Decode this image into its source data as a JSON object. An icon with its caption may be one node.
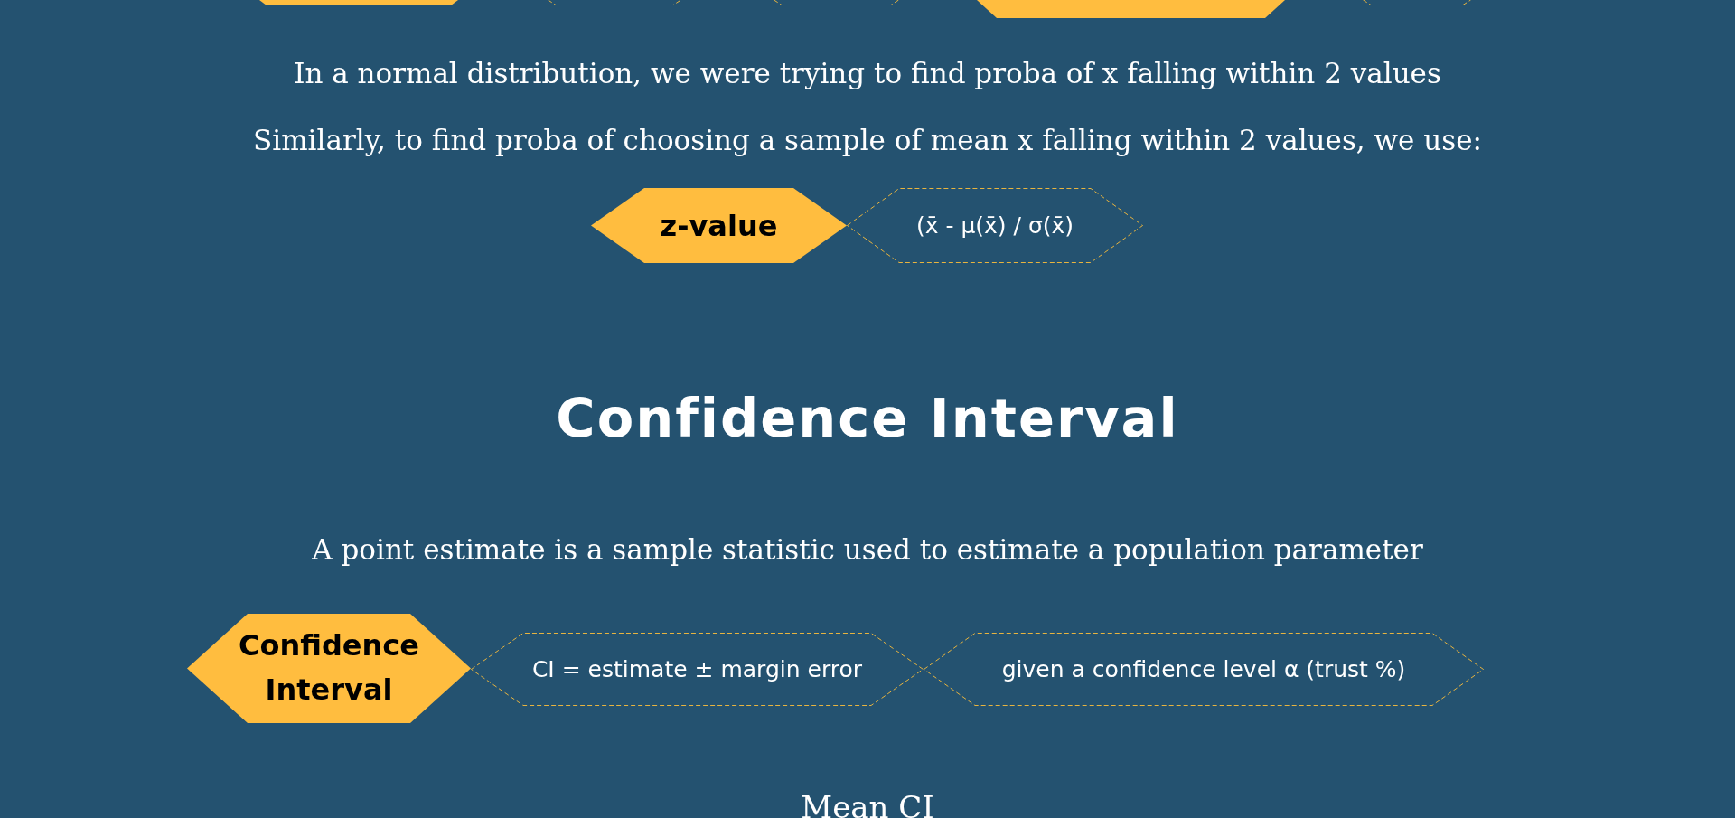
{
  "diagram": {
    "nodes": [
      {
        "text": [],
        "shape": "hexagon"
      },
      {
        "text": [],
        "shape": "hexagon"
      },
      {
        "text": [],
        "shape": "hexagon"
      },
      {
        "text": [],
        "shape": "hexagon"
      },
      {
        "text": [],
        "shape": "hexagon"
      },
      {
        "text": [
          "z-value"
        ]
      },
      {
        "text": [
          "(x̄ - μ(x̄) / σ(x̄)"
        ]
      },
      {
        "text": [
          "Confidence Interval"
        ]
      },
      {
        "text": [
          "CI = estimate ± margin error"
        ]
      },
      {
        "text": [
          "given a confidence level α (trust %)"
        ]
      }
    ],
    "labels": [
      "In a normal distribution, we were trying to find proba of x falling within 2 values",
      "Similarly, to find proba of choosing a sample of mean x falling within 2 values, we use:",
      "Confidence Interval",
      "A point estimate is a sample statistic used to estimate a population parameter",
      "Mean CI"
    ]
  }
}
